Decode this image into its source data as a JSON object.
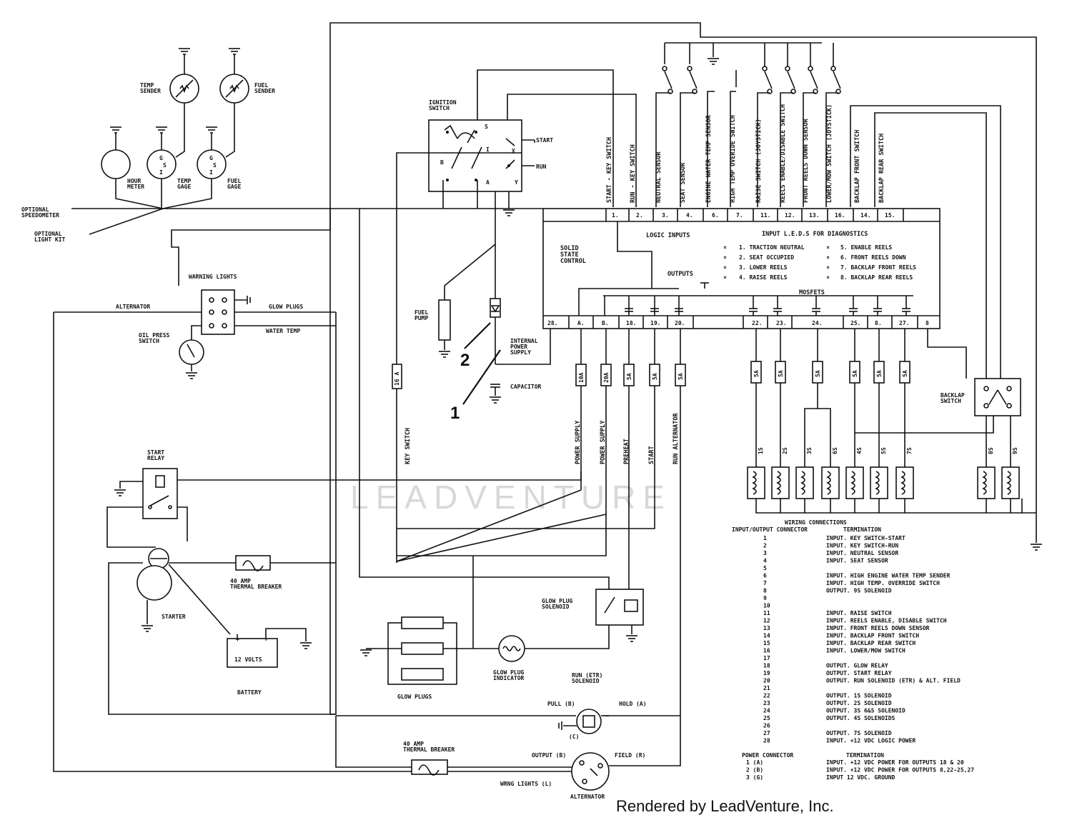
{
  "watermark": "LEADVENTURE",
  "footer": "Rendered by LeadVenture, Inc.",
  "callouts": {
    "c1": "1",
    "c2": "2"
  },
  "gauges": {
    "temp_sender": [
      "TEMP",
      "SENDER"
    ],
    "fuel_sender": [
      "FUEL",
      "SENDER"
    ],
    "hour_meter": [
      "HOUR",
      "METER"
    ],
    "temp_gage": [
      "TEMP",
      "GAGE"
    ],
    "fuel_gage": [
      "FUEL",
      "GAGE"
    ],
    "optional_speedometer": [
      "OPTIONAL",
      "SPEEDOMETER"
    ],
    "optional_light_kit": [
      "OPTIONAL",
      "LIGHT KIT"
    ]
  },
  "ignition": {
    "title": [
      "IGNITION",
      "SWITCH"
    ],
    "start": "START",
    "run": "RUN",
    "terms": [
      "S",
      "I",
      "X",
      "B",
      "A",
      "Y"
    ]
  },
  "warning": {
    "title": "WARNING LIGHTS",
    "alternator": "ALTERNATOR",
    "glow_plugs": "GLOW PLUGS",
    "water_temp": "WATER TEMP",
    "oil_press": [
      "OIL PRESS",
      "SWITCH"
    ]
  },
  "fuel_pump": [
    "FUEL",
    "PUMP"
  ],
  "internal_power": [
    "INTERNAL",
    "POWER",
    "SUPPLY"
  ],
  "capacitor": "CAPACITOR",
  "inputs_vertical": [
    "START - KEY SWITCH",
    "RUN - KEY SWITCH",
    "NEUTRAL SENSOR",
    "SEAT SENSOR",
    "ENGINE WATER TEMP SENSOR",
    "HIGH TEMP OVERIDE SWITCH",
    "RAISE SWITCH (JOYSTICK)",
    "REELS ENABLE/DISABLE SWITCH",
    "FRONT REELS DOWN SENSOR",
    "LOWER/MOW SWITCH (JOYSTICK)",
    "BACKLAP FRONT SWITCH",
    "BACKLAP REAR SWITCH"
  ],
  "input_terms": [
    "1.",
    "2.",
    "3.",
    "4.",
    "6.",
    "7.",
    "11.",
    "12.",
    "13.",
    "16.",
    "14.",
    "15."
  ],
  "controller": {
    "solid_state": [
      "SOLID",
      "STATE",
      "CONTROL"
    ],
    "logic_inputs": "LOGIC INPUTS",
    "leds_title": "INPUT L.E.D.S FOR DIAGNOSTICS",
    "leds_left": [
      "1. TRACTION NEUTRAL",
      "2. SEAT OCCUPIED",
      "3. LOWER REELS",
      "4. RAISE REELS"
    ],
    "leds_right": [
      "5. ENABLE REELS",
      "6. FRONT REELS DOWN",
      "7. BACKLAP FRONT REELS",
      "8. BACKLAP REAR REELS"
    ],
    "outputs": "OUTPUTS",
    "mosfets": "MOSFETS"
  },
  "output_terms": [
    "28.",
    "A.",
    "B.",
    "18.",
    "19.",
    "20.",
    "22.",
    "23.",
    "24.",
    "25.",
    "8.",
    "27.",
    "8"
  ],
  "fuses_left": [
    "16 A",
    "10A",
    "20A",
    "5A",
    "5A",
    "5A"
  ],
  "fuses_right": [
    "5A",
    "5A",
    "5A",
    "5A",
    "5A",
    "5A"
  ],
  "output_vertical": [
    "KEY SWITCH",
    "POWER SUPPLY",
    "POWER SUPPLY",
    "PREHEAT",
    "START",
    "RUN  ALTERNATOR"
  ],
  "solenoids": [
    "1S",
    "2S",
    "3S",
    "6S",
    "4S",
    "5S",
    "7S",
    "8S",
    "9S"
  ],
  "backlap_switch": [
    "BACKLAP",
    "SWITCH"
  ],
  "start_relay": [
    "START",
    "RELAY"
  ],
  "starter": "STARTER",
  "breaker1": [
    "40 AMP",
    "THERMAL BREAKER"
  ],
  "breaker2": [
    "40 AMP",
    "THERMAL BREAKER"
  ],
  "battery": {
    "label": "BATTERY",
    "volts": "12 VOLTS",
    "plus": "+",
    "minus": "-"
  },
  "glow_plugs": "GLOW PLUGS",
  "glow_indicator": [
    "GLOW PLUG",
    "INDICATOR"
  ],
  "glow_solenoid": [
    "GLOW PLUG",
    "SOLENOID"
  ],
  "run_solenoid": {
    "title": [
      "RUN (ETR)",
      "SOLENOID"
    ],
    "pull": "PULL (B)",
    "hold": "HOLD (A)",
    "c": "(C)"
  },
  "alternator": {
    "label": "ALTERNATOR",
    "output": "OUTPUT (B)",
    "field": "FIELD (R)",
    "wrng": "WRNG LIGHTS (L)"
  },
  "wiring": {
    "title": "WIRING CONNECTIONS",
    "col1": "INPUT/OUTPUT CONNECTOR",
    "col2": "TERMINATION",
    "rows": [
      [
        "1",
        "INPUT. KEY SWITCH-START"
      ],
      [
        "2",
        "INPUT. KEY SWITCH-RUN"
      ],
      [
        "3",
        "INPUT. NEUTRAL SENSOR"
      ],
      [
        "4",
        "INPUT. SEAT SENSOR"
      ],
      [
        "5",
        ""
      ],
      [
        "6",
        "INPUT. HIGH ENGINE WATER TEMP SENDER"
      ],
      [
        "7",
        "INPUT. HIGH TEMP. OVERRIDE SWITCH"
      ],
      [
        "8",
        "OUTPUT. 9S SOLENOID"
      ],
      [
        "9",
        ""
      ],
      [
        "10",
        ""
      ],
      [
        "11",
        "INPUT. RAISE SWITCH"
      ],
      [
        "12",
        "INPUT. REELS ENABLE, DISABLE SWITCH"
      ],
      [
        "13",
        "INPUT. FRONT REELS DOWN SENSOR"
      ],
      [
        "14",
        "INPUT. BACKLAP FRONT SWITCH"
      ],
      [
        "15",
        "INPUT. BACKLAP REAR SWITCH"
      ],
      [
        "16",
        "INPUT. LOWER/MOW SWITCH"
      ],
      [
        "17",
        ""
      ],
      [
        "18",
        "OUTPUT. GLOW RELAY"
      ],
      [
        "19",
        "OUTPUT. START RELAY"
      ],
      [
        "20",
        "OUTPUT. RUN SOLENOID (ETR) & ALT. FIELD"
      ],
      [
        "21",
        ""
      ],
      [
        "22",
        "OUTPUT. 1S SOLENOID"
      ],
      [
        "23",
        "OUTPUT. 2S SOLENOID"
      ],
      [
        "24",
        "OUTPUT. 3S 6&S SOLENOID"
      ],
      [
        "25",
        "OUTPUT. 4S SOLENOIDS"
      ],
      [
        "26",
        ""
      ],
      [
        "27",
        "OUTPUT. 7S SOLENOID"
      ],
      [
        "28",
        "INPUT. +12 VDC LOGIC POWER"
      ]
    ],
    "power_col1": "POWER CONNECTOR",
    "power_col2": "TERMINATION",
    "power_rows": [
      [
        "1 (A)",
        "INPUT. +12 VDC POWER FOR OUTPUTS 18 & 20"
      ],
      [
        "2 (B)",
        "INPUT. +12 VDC POWER FOR OUTPUTS 8,22-25,27"
      ],
      [
        "3 (G)",
        "INPUT 12 VDC. GROUND"
      ]
    ]
  }
}
